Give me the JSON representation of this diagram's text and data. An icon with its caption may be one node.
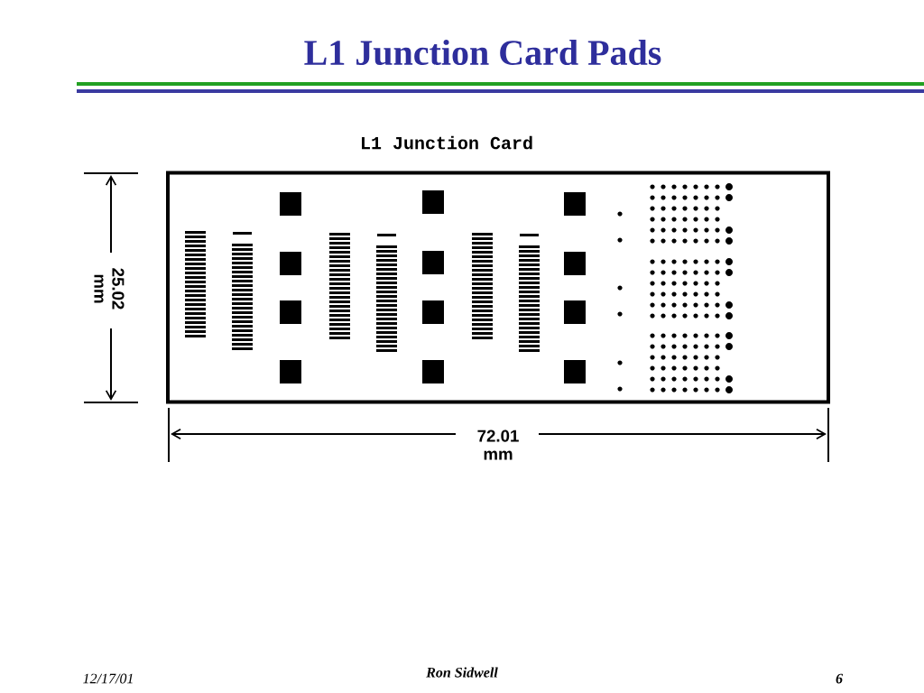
{
  "diagram": {
    "title": "L1 Junction Card Pads",
    "nodes": [
      {
        "text": [
          "L1 Junction Card"
        ]
      }
    ],
    "labels": [
      "25.02 mm",
      "72.01 mm",
      "12/17/01",
      "Ron Sidwell",
      "6"
    ]
  }
}
